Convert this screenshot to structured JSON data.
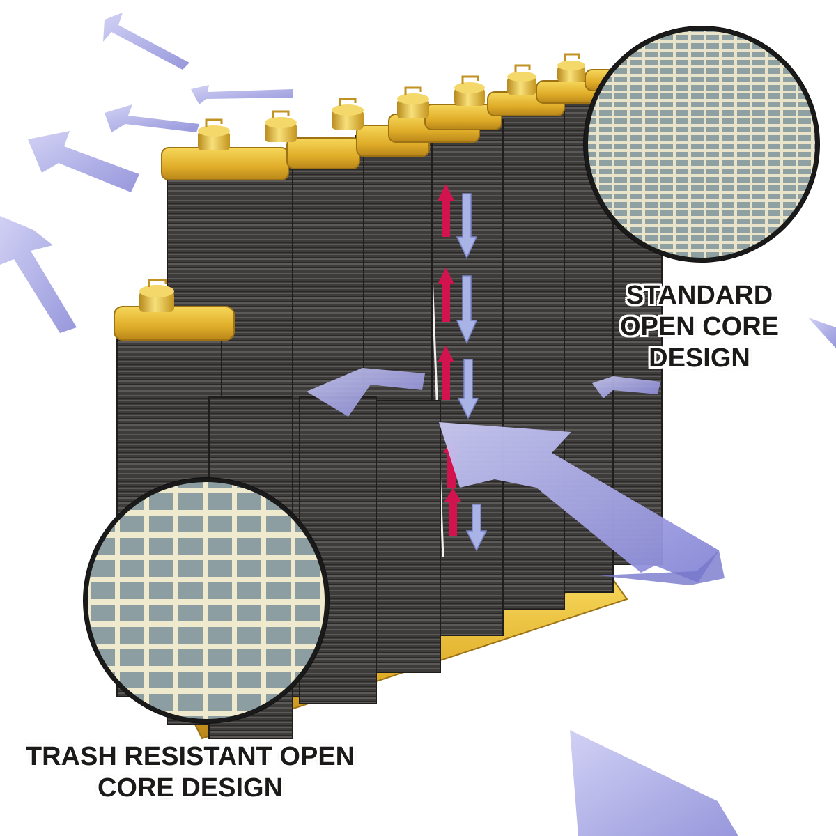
{
  "labels": {
    "standard": [
      "STANDARD",
      "OPEN CORE",
      "DESIGN"
    ],
    "trash": [
      "TRASH RESISTANT OPEN",
      "CORE DESIGN"
    ]
  },
  "colors": {
    "core_dark": "#3d3b3a",
    "tank_gold": "#e4b531",
    "airflow_arrow": "#9b9be2",
    "coolant_up": "#d2134d",
    "coolant_down": "#a9b3e6",
    "mesh_fill": "#8fa0a3",
    "mesh_line": "#f1ecd6"
  }
}
